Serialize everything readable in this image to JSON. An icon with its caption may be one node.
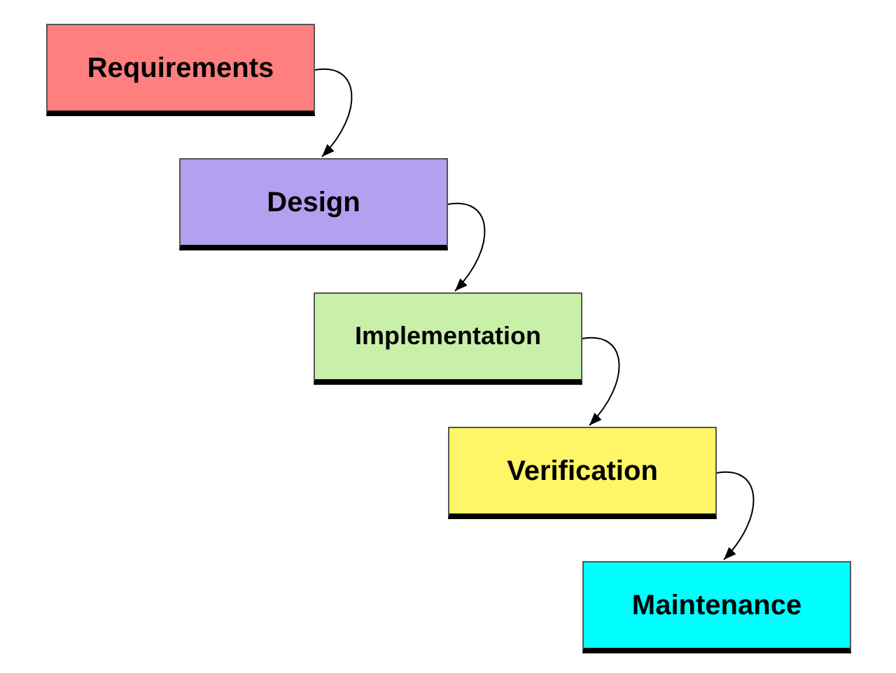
{
  "diagram": {
    "nodes": [
      {
        "text": [
          "Requirements"
        ]
      },
      {
        "text": [
          "Design"
        ]
      },
      {
        "text": [
          "Implementation"
        ]
      },
      {
        "text": [
          "Verification"
        ]
      },
      {
        "text": [
          "Maintenance"
        ]
      }
    ],
    "edges": [
      {
        "from": 0,
        "to": 1,
        "arrow": "to"
      },
      {
        "from": 1,
        "to": 2,
        "arrow": "to"
      },
      {
        "from": 2,
        "to": 3,
        "arrow": "to"
      },
      {
        "from": 3,
        "to": 4,
        "arrow": "to"
      }
    ]
  }
}
